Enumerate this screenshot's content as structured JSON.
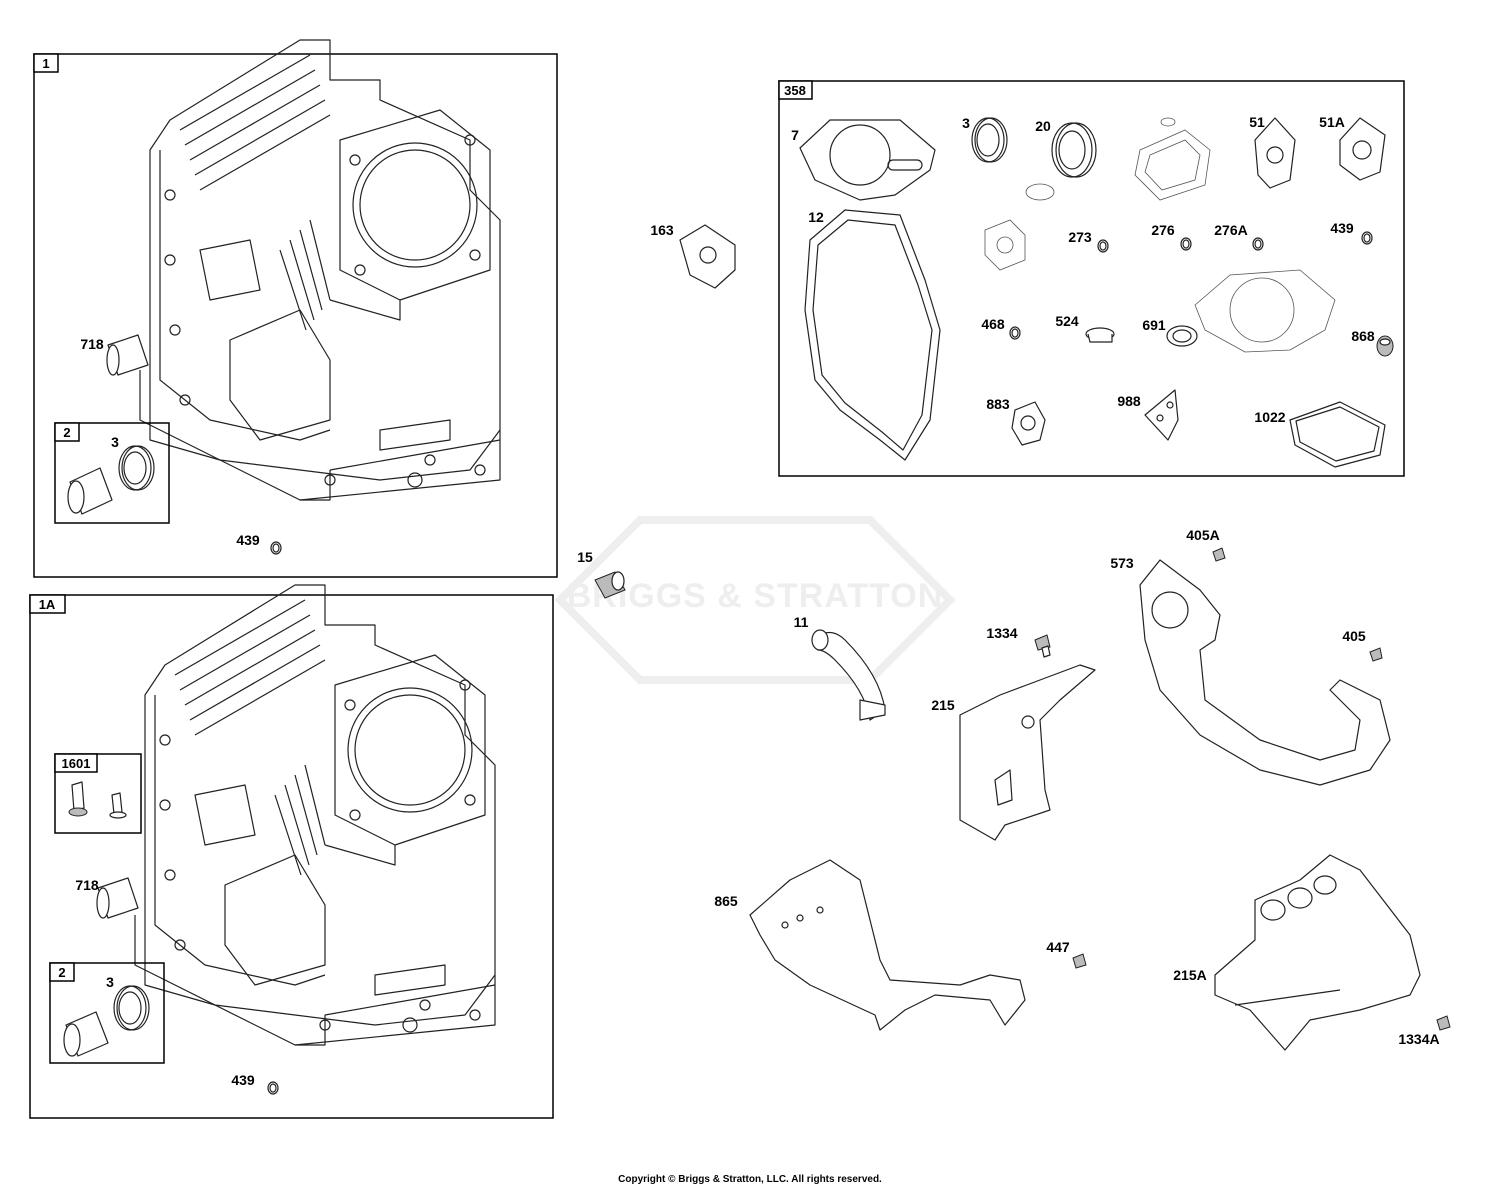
{
  "watermark": "BRIGGS & STRATTON",
  "copyright": "Copyright © Briggs & Stratton, LLC. All rights reserved.",
  "boxes": {
    "box_1": "1",
    "box_1a": "1A",
    "box_358": "358",
    "box_2_top": "2",
    "box_2_bottom": "2",
    "box_1601": "1601"
  },
  "labels": {
    "l_718_a": "718",
    "l_3_a": "3",
    "l_439_a": "439",
    "l_718_b": "718",
    "l_3_b": "3",
    "l_439_b": "439",
    "l_7": "7",
    "l_3_c": "3",
    "l_20": "20",
    "l_51": "51",
    "l_51a": "51A",
    "l_12": "12",
    "l_273": "273",
    "l_276": "276",
    "l_276a": "276A",
    "l_439_c": "439",
    "l_468": "468",
    "l_524": "524",
    "l_691": "691",
    "l_868": "868",
    "l_883": "883",
    "l_988": "988",
    "l_1022": "1022",
    "l_163": "163",
    "l_15": "15",
    "l_11": "11",
    "l_1334": "1334",
    "l_215": "215",
    "l_573": "573",
    "l_405a": "405A",
    "l_405": "405",
    "l_865": "865",
    "l_447": "447",
    "l_215a": "215A",
    "l_1334a": "1334A"
  }
}
